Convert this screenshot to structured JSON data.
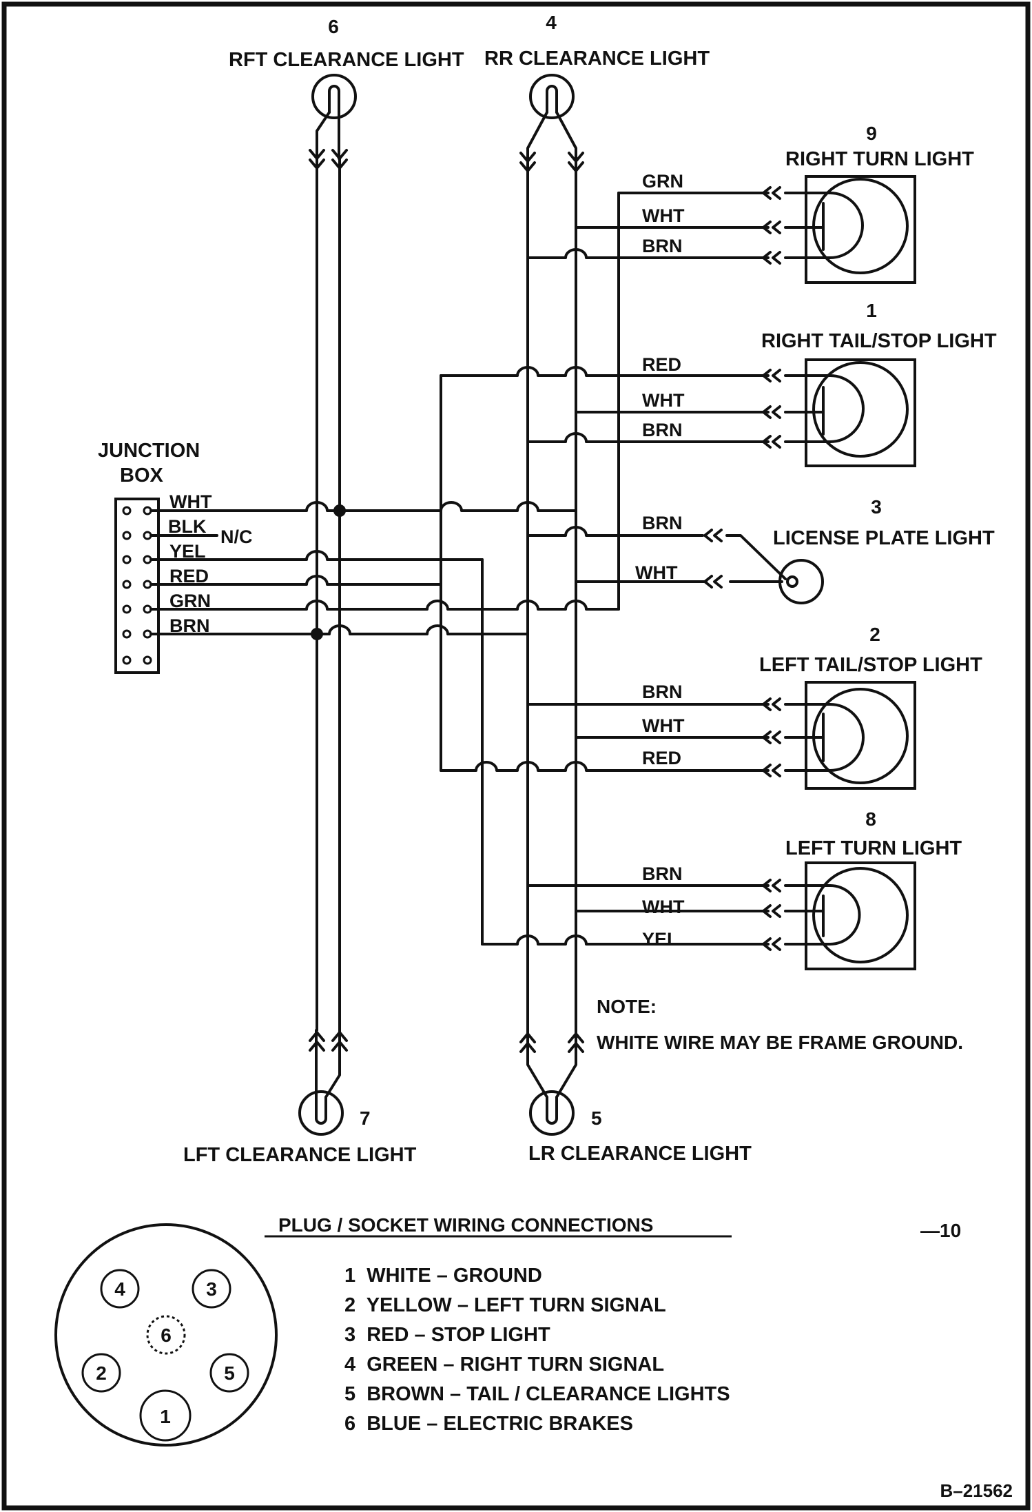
{
  "clearance_lights": {
    "rft": {
      "number": "6",
      "label": "RFT CLEARANCE LIGHT"
    },
    "rr": {
      "number": "4",
      "label": "RR CLEARANCE LIGHT"
    },
    "lft": {
      "number": "7",
      "label": "LFT CLEARANCE LIGHT"
    },
    "lr": {
      "number": "5",
      "label": "LR CLEARANCE LIGHT"
    }
  },
  "junction_box": {
    "label_line1": "JUNCTION",
    "label_line2": "BOX",
    "wires": [
      "WHT",
      "BLK",
      "YEL",
      "RED",
      "GRN",
      "BRN"
    ],
    "nc": "N/C"
  },
  "lamps": {
    "right_turn": {
      "number": "9",
      "label": "RIGHT TURN LIGHT",
      "wires": [
        "GRN",
        "WHT",
        "BRN"
      ]
    },
    "right_tail_stop": {
      "number": "1",
      "label": "RIGHT TAIL/STOP LIGHT",
      "wires": [
        "RED",
        "WHT",
        "BRN"
      ]
    },
    "license_plate": {
      "number": "3",
      "label": "LICENSE PLATE LIGHT",
      "wires": [
        "BRN",
        "WHT"
      ]
    },
    "left_tail_stop": {
      "number": "2",
      "label": "LEFT TAIL/STOP LIGHT",
      "wires": [
        "BRN",
        "WHT",
        "RED"
      ]
    },
    "left_turn": {
      "number": "8",
      "label": "LEFT TURN LIGHT",
      "wires": [
        "BRN",
        "WHT",
        "YEL"
      ]
    }
  },
  "note": {
    "title": "NOTE:",
    "text": "WHITE WIRE MAY BE FRAME GROUND."
  },
  "plug": {
    "title": "PLUG / SOCKET WIRING CONNECTIONS",
    "ref": "—10",
    "pins": [
      "4",
      "3",
      "6",
      "2",
      "5",
      "1"
    ],
    "connections": [
      "1  WHITE – GROUND",
      "2  YELLOW – LEFT TURN SIGNAL",
      "3  RED – STOP LIGHT",
      "4  GREEN – RIGHT TURN SIGNAL",
      "5  BROWN – TAIL / CLEARANCE LIGHTS",
      "6  BLUE – ELECTRIC BRAKES"
    ]
  },
  "drawing_number": "B–21562"
}
